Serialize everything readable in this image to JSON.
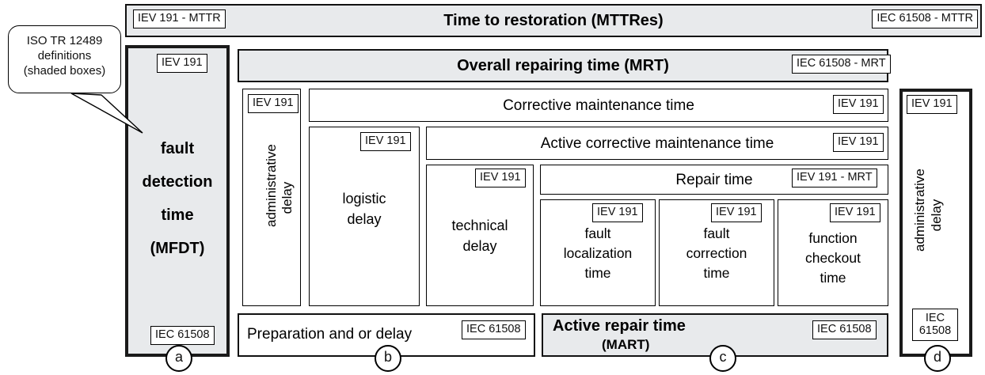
{
  "callout": {
    "line1": "ISO TR 12489",
    "line2": "definitions",
    "line3": "(shaded boxes)"
  },
  "tags": {
    "iev191": "IEV 191",
    "iev191_mttr": "IEV 191 - MTTR",
    "iev191_mrt": "IEV 191 - MRT",
    "iec61508": "IEC 61508",
    "iec61508_mttr": "IEC 61508 - MTTR",
    "iec61508_mrt": "IEC 61508 - MRT",
    "iec": "IEC",
    "n61508": "61508"
  },
  "bands": {
    "time_to_restoration": "Time to restoration (MTTRes)",
    "overall_repairing_time": "Overall repairing time (MRT)",
    "corrective_maintenance_time": "Corrective maintenance time",
    "active_corrective_maintenance_time": "Active corrective maintenance time",
    "repair_time": "Repair time"
  },
  "columns": {
    "fault_detection": {
      "l1": "fault",
      "l2": "detection",
      "l3": "time",
      "l4": "(MFDT)",
      "top_tag": "IEV 191",
      "bottom_tag": "IEC 61508",
      "marker": "a"
    },
    "administrative_delay_left": {
      "l1": "administrative",
      "l2": "delay",
      "tag": "IEV 191"
    },
    "logistic_delay": {
      "l1": "logistic",
      "l2": "delay",
      "tag": "IEV 191"
    },
    "technical_delay": {
      "l1": "technical",
      "l2": "delay",
      "tag": "IEV 191"
    },
    "fault_localization": {
      "l1": "fault",
      "l2": "localization",
      "l3": "time",
      "tag": "IEV 191"
    },
    "fault_correction": {
      "l1": "fault",
      "l2": "correction",
      "l3": "time",
      "tag": "IEV 191"
    },
    "function_checkout": {
      "l1": "function",
      "l2": "checkout",
      "l3": "time",
      "tag": "IEV 191"
    },
    "administrative_delay_right": {
      "l1": "administrative",
      "l2": "delay",
      "top_tag": "IEV 191",
      "marker": "d"
    }
  },
  "footer": {
    "preparation": {
      "label": "Preparation and or delay",
      "tag": "IEC 61508",
      "marker": "b"
    },
    "active_repair": {
      "l1": "Active repair time",
      "l2": "(MART)",
      "tag": "IEC 61508",
      "marker": "c"
    }
  },
  "colors": {
    "shaded_fill": "#e8eaec",
    "outline": "#000000",
    "thick_outline": "#1a1a1a"
  }
}
